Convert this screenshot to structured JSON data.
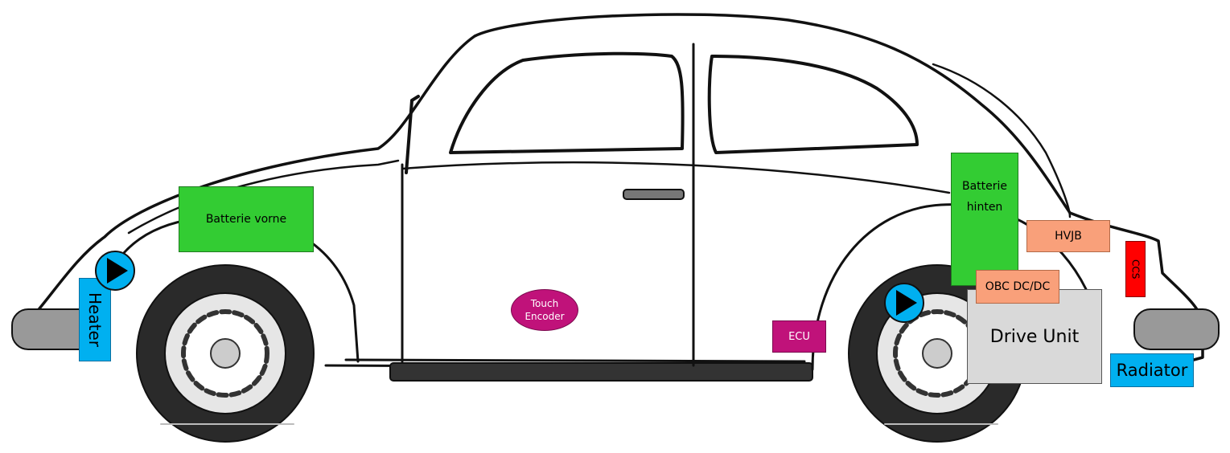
{
  "components": {
    "batterie_vorne": "Batterie vorne",
    "batterie_hinten": "Batterie hinten",
    "hvjb": "HVJB",
    "ccs": "CCS",
    "obc": "OBC DC/DC",
    "drive_unit": "Drive Unit",
    "ecu": "ECU",
    "touch_encoder": "Touch Encoder",
    "heater": "Heater",
    "radiator": "Radiator"
  },
  "colors": {
    "battery": "#33cc33",
    "power_electronics": "#f9a07a",
    "cooling": "#00b0f0",
    "control": "#c0127a",
    "drive": "#d9d9d9",
    "charging": "#ff0000"
  },
  "icons": [
    "car-outline-illustration",
    "pump-icon"
  ]
}
